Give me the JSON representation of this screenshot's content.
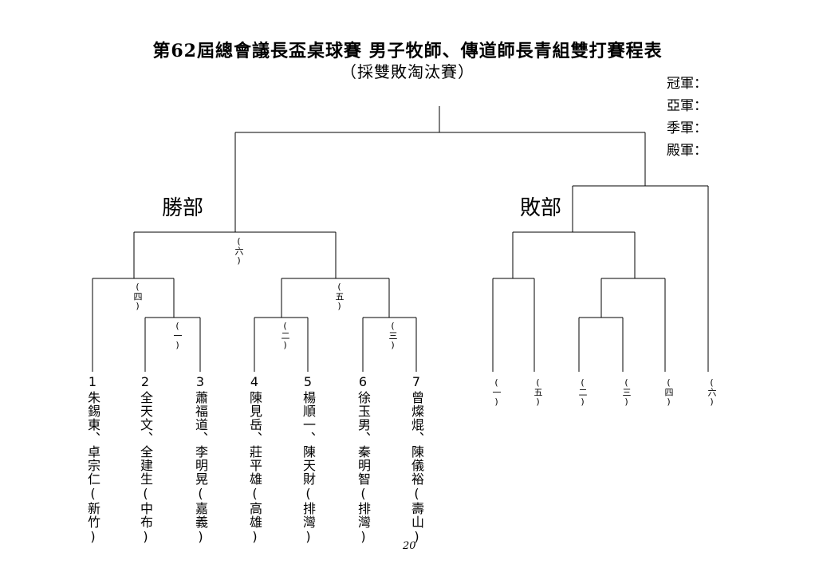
{
  "title": "第62屆總會議長盃桌球賽 男子牧師、傳道師長青組雙打賽程表",
  "subtitle": "（採雙敗淘汰賽）",
  "awards": [
    "冠軍：",
    "亞軍：",
    "季軍：",
    "殿軍："
  ],
  "winners_label": "勝部",
  "losers_label": "敗部",
  "players": [
    {
      "num": "1",
      "name": "朱錫東、卓宗仁(新竹)"
    },
    {
      "num": "2",
      "name": "全天文、全建生(中布)"
    },
    {
      "num": "3",
      "name": "蕭福道、李明晃(嘉義)"
    },
    {
      "num": "4",
      "name": "陳見岳、莊平雄(高雄)"
    },
    {
      "num": "5",
      "name": "楊順一、陳天財(排灣)"
    },
    {
      "num": "6",
      "name": "徐玉男、秦明智(排灣)"
    },
    {
      "num": "7",
      "name": "曾燦焜、陳儀裕(壽山)"
    }
  ],
  "winners_matches": [
    "(六)",
    "(四)",
    "(五)",
    "(一)",
    "(二)",
    "(三)"
  ],
  "losers_entries": [
    "(一)",
    "(五)",
    "(二)",
    "(三)",
    "(四)",
    "(六)"
  ],
  "page_number": "20"
}
